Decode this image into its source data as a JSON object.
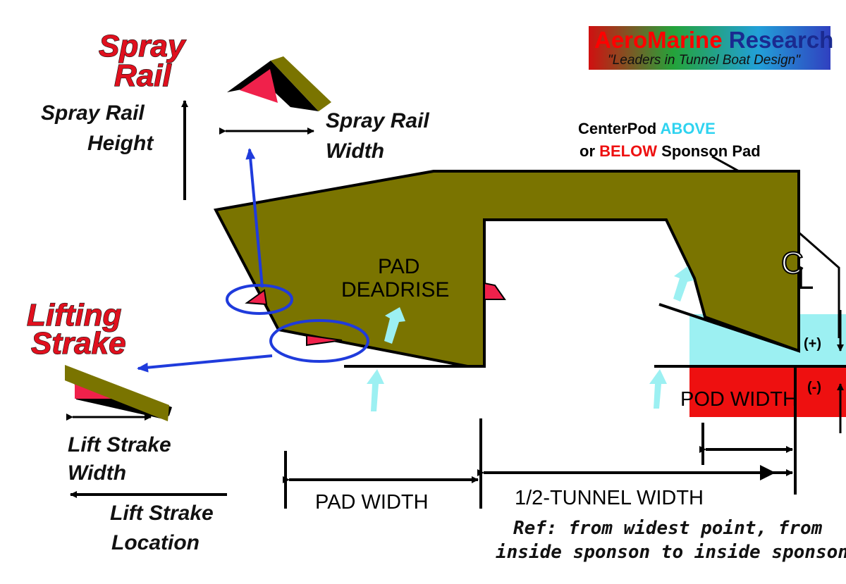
{
  "headers": {
    "spray_rail_line1": "Spray",
    "spray_rail_line2": "Rail",
    "lifting_strake_line1": "Lifting",
    "lifting_strake_line2": "Strake"
  },
  "logo": {
    "part1": "AeroMarine",
    "part2": "Research",
    "tagline": "\"Leaders in Tunnel Boat Design\""
  },
  "labels": {
    "spray_rail_height_line1": "Spray Rail",
    "spray_rail_height_line2": "Height",
    "spray_rail_width_line1": "Spray Rail",
    "spray_rail_width_line2": "Width",
    "centerpod_line1_a": "CenterPod",
    "centerpod_line1_b": "ABOVE",
    "centerpod_line2_a": "or",
    "centerpod_line2_b": "BELOW",
    "centerpod_line2_c": "Sponson Pad",
    "pad_deadrise_line1": "PAD",
    "pad_deadrise_line2": "DEADRISE",
    "lift_strake_width_line1": "Lift Strake",
    "lift_strake_width_line2": "Width",
    "lift_strake_location_line1": "Lift Strake",
    "lift_strake_location_line2": "Location",
    "pad_width": "PAD WIDTH",
    "half_tunnel_width": "1/2-TUNNEL WIDTH",
    "pod_width": "POD WIDTH",
    "plus": "(+)",
    "minus": "(-)",
    "centerline_c": "C",
    "centerline_l": "L"
  },
  "reference_note": {
    "line1": "Ref: from widest point, from",
    "line2": "inside sponson to inside sponson."
  },
  "colors": {
    "hull": "#7a7400",
    "rail_red": "#f0214b",
    "dimension_blue": "#1f3bdc",
    "water_cyan": "#9cf0f2",
    "pod_red": "#ee1010",
    "header_red": "#e0101e"
  }
}
